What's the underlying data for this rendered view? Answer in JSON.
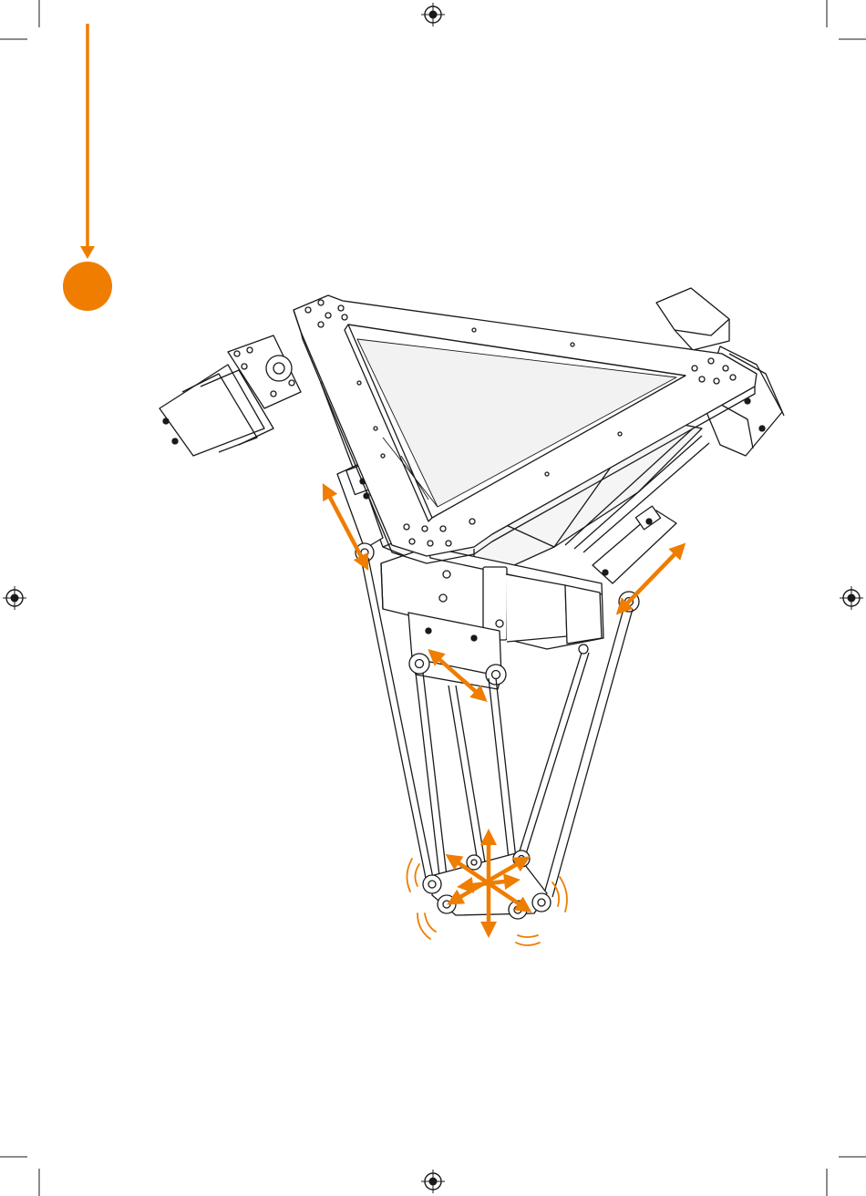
{
  "page": {
    "background": "#ffffff"
  },
  "colors": {
    "accent": "#ef7d00",
    "line": "#1a1a1a",
    "fill": "#ffffff",
    "shade": "#f2f2f2"
  },
  "step_marker": {
    "shape": "filled-circle",
    "color": "#ef7d00",
    "text": ""
  },
  "figure": {
    "subject": "delta-printer-frame-with-arms",
    "motion_indicators": [
      "carriage-arrow-left",
      "carriage-arrow-back",
      "carriage-arrow-right",
      "effector-multi-directional-arrows",
      "joint-wiggle-arcs"
    ]
  },
  "print_marks": [
    "registration-mark-top",
    "registration-mark-left",
    "registration-mark-right",
    "registration-mark-bottom",
    "crop-marks"
  ]
}
